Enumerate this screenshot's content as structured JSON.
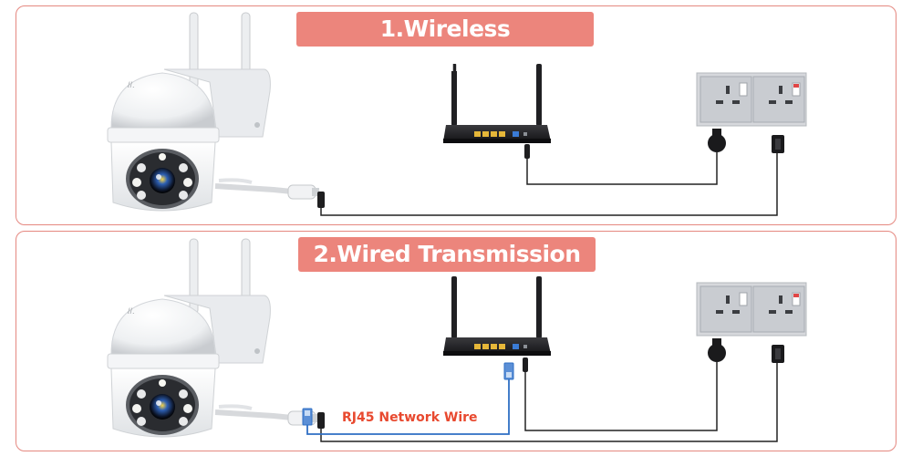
{
  "sections": [
    {
      "title": "1.Wireless Transmission"
    },
    {
      "title": "2.Wired Transmission",
      "cable_label": "RJ45 Network Wire"
    }
  ],
  "colors": {
    "border": "#e58880",
    "title_bg": "#ec857c",
    "title_text": "#ffffff",
    "cable_label": "#e8492f",
    "network_cable": "#2f6fc4",
    "power_cable": "#222222"
  },
  "icons": [
    "ptz-camera-icon",
    "router-icon",
    "wall-socket-icon",
    "power-adapter-icon",
    "dc-plug-icon",
    "rj45-connector-icon"
  ]
}
